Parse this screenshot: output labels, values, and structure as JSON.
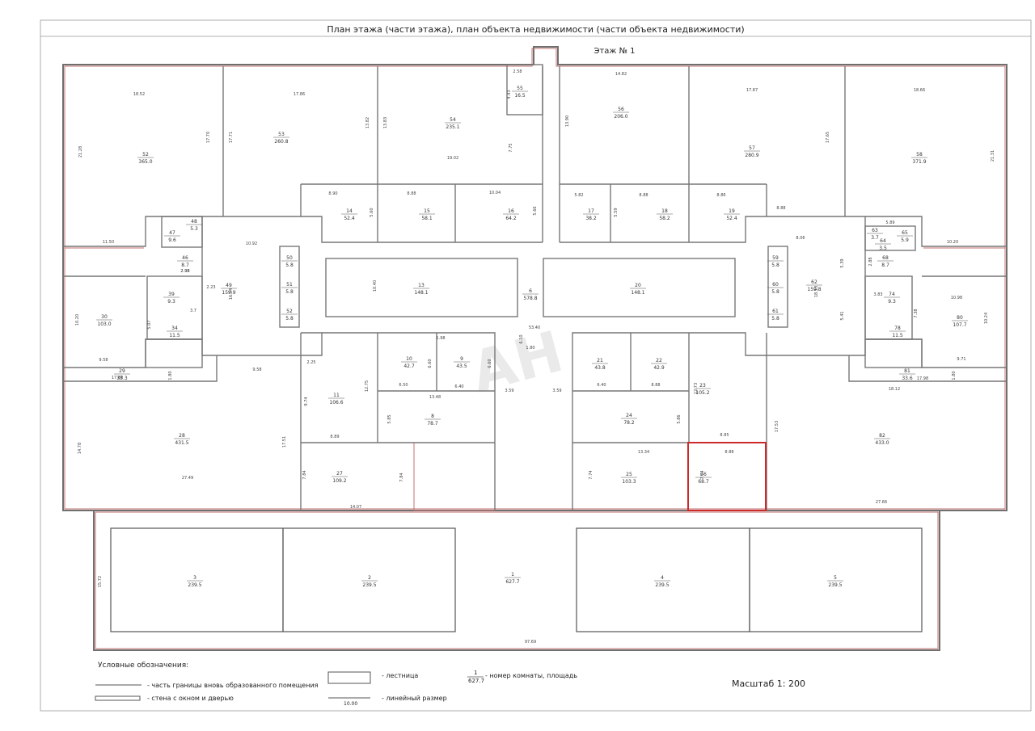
{
  "title": "План этажа (части этажа), план объекта недвижимости (части объекта недвижимости)",
  "floor_label": "Этаж № 1",
  "scale_label": "Масштаб   1:  200",
  "legend": {
    "title": "Условные обозначения:",
    "boundary": "- часть границы вновь образованного помещения",
    "wall": "- стена с окном и дверью",
    "stairs": "- лестница",
    "linear": "- линейный размер",
    "linear_value": "10.00",
    "room_num": "1",
    "room_area": "627.7",
    "room_desc": "- номер комнаты, площадь"
  },
  "watermark": "AH",
  "rooms": [
    {
      "n": "52",
      "a": "365.0"
    },
    {
      "n": "53",
      "a": "260.8"
    },
    {
      "n": "54",
      "a": "235.1"
    },
    {
      "n": "55",
      "a": "16.5"
    },
    {
      "n": "56",
      "a": "206.0"
    },
    {
      "n": "57",
      "a": "280.9"
    },
    {
      "n": "58",
      "a": "371.9"
    },
    {
      "n": "14",
      "a": "52.4"
    },
    {
      "n": "15",
      "a": "58.1"
    },
    {
      "n": "16",
      "a": "64.2"
    },
    {
      "n": "17",
      "a": "38.2"
    },
    {
      "n": "18",
      "a": "58.2"
    },
    {
      "n": "19",
      "a": "52.4"
    },
    {
      "n": "47",
      "a": "9.6"
    },
    {
      "n": "48",
      "a": "5.3"
    },
    {
      "n": "49",
      "a": "159.9"
    },
    {
      "n": "13",
      "a": "148.1"
    },
    {
      "n": "6",
      "a": "578.8"
    },
    {
      "n": "20",
      "a": "148.1"
    },
    {
      "n": "62",
      "a": "159.8"
    },
    {
      "n": "63",
      "a": "3.7"
    },
    {
      "n": "64",
      "a": "3.5"
    },
    {
      "n": "65",
      "a": "5.9"
    },
    {
      "n": "30",
      "a": "103.0"
    },
    {
      "n": "46",
      "a": "8.7"
    },
    {
      "n": "39",
      "a": "9.3"
    },
    {
      "n": "34",
      "a": "11.5"
    },
    {
      "n": "50",
      "a": "5.8"
    },
    {
      "n": "51",
      "a": "5.8"
    },
    {
      "n": "52",
      "a": "5.8"
    },
    {
      "n": "59",
      "a": "5.8"
    },
    {
      "n": "60",
      "a": "5.8"
    },
    {
      "n": "61",
      "a": "5.8"
    },
    {
      "n": "68",
      "a": "8.7"
    },
    {
      "n": "74",
      "a": "9.3"
    },
    {
      "n": "78",
      "a": "11.5"
    },
    {
      "n": "80",
      "a": "107.7"
    },
    {
      "n": "29",
      "a": "33.3"
    },
    {
      "n": "81",
      "a": "33.6"
    },
    {
      "n": "10",
      "a": "42.7"
    },
    {
      "n": "9",
      "a": "43.5"
    },
    {
      "n": "21",
      "a": "43.8"
    },
    {
      "n": "22",
      "a": "42.9"
    },
    {
      "n": "11",
      "a": "106.6"
    },
    {
      "n": "8",
      "a": "78.7"
    },
    {
      "n": "23",
      "a": "105.2"
    },
    {
      "n": "24",
      "a": "78.2"
    },
    {
      "n": "28",
      "a": "431.5"
    },
    {
      "n": "82",
      "a": "433.0"
    },
    {
      "n": "27",
      "a": "109.2"
    },
    {
      "n": "25",
      "a": "103.3"
    },
    {
      "n": "26",
      "a": "68.7"
    },
    {
      "n": "3",
      "a": "239.5"
    },
    {
      "n": "2",
      "a": "239.5"
    },
    {
      "n": "1",
      "a": "627.7"
    },
    {
      "n": "4",
      "a": "239.5"
    },
    {
      "n": "5",
      "a": "239.5"
    }
  ],
  "dimensions": [
    "18.52",
    "17.86",
    "13.82",
    "13.83",
    "19.02",
    "7.75",
    "2.58",
    "4.43",
    "14.82",
    "13.90",
    "17.87",
    "17.65",
    "18.66",
    "21.31",
    "21.28",
    "17.70",
    "17.71",
    "8.90",
    "8.88",
    "10.04",
    "5.60",
    "5.66",
    "5.82",
    "8.88",
    "5.59",
    "8.86",
    "8.88",
    "11.50",
    "10.92",
    "16.14",
    "2.23",
    "2.98",
    "3.7",
    "5.07",
    "10.20",
    "9.58",
    "9.58",
    "17.88",
    "1.80",
    "10.40",
    "53.40",
    "1.80",
    "6.10",
    "1.98",
    "6.60",
    "6.60",
    "6.50",
    "6.40",
    "6.40",
    "13.48",
    "3.59",
    "3.59",
    "5.85",
    "8.88",
    "12.73",
    "5.86",
    "8.85",
    "2.25",
    "9.74",
    "12.75",
    "8.89",
    "7.84",
    "7.84",
    "14.07",
    "13.34",
    "7.74",
    "7.74",
    "8.88",
    "17.53",
    "17.51",
    "14.78",
    "27.49",
    "27.66",
    "8.06",
    "5.39",
    "18.13",
    "5.41",
    "5.89",
    "2.88",
    "3.83",
    "7.38",
    "10.98",
    "10.24",
    "9.71",
    "17.98",
    "18.12",
    "1.80",
    "10.20",
    "15.72",
    "97.69",
    "2.98"
  ],
  "colors": {
    "wall": "#7a7a7a",
    "boundary": "#c07070",
    "highlight": "#cc2a2a",
    "text": "#333333",
    "watermark": "#d9d9d9"
  }
}
